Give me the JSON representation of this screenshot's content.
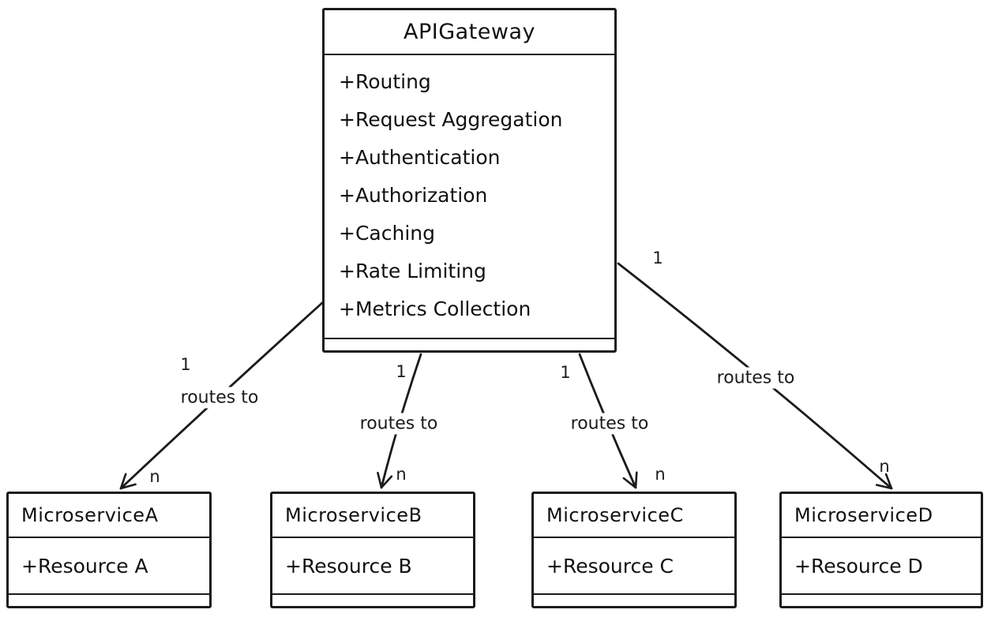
{
  "colors": {
    "stroke": "#1b1b1b",
    "background": "#ffffff",
    "text": "#111111"
  },
  "gateway": {
    "title": "APIGateway",
    "attributes": [
      "+Routing",
      "+Request Aggregation",
      "+Authentication",
      "+Authorization",
      "+Caching",
      "+Rate Limiting",
      "+Metrics Collection"
    ]
  },
  "services": [
    {
      "title": "MicroserviceA",
      "attributes": [
        "+Resource A"
      ]
    },
    {
      "title": "MicroserviceB",
      "attributes": [
        "+Resource B"
      ]
    },
    {
      "title": "MicroserviceC",
      "attributes": [
        "+Resource C"
      ]
    },
    {
      "title": "MicroserviceD",
      "attributes": [
        "+Resource D"
      ]
    }
  ],
  "edges": [
    {
      "from": "APIGateway",
      "to": "MicroserviceA",
      "label": "routes to",
      "source_cardinality": "1",
      "target_cardinality": "n"
    },
    {
      "from": "APIGateway",
      "to": "MicroserviceB",
      "label": "routes to",
      "source_cardinality": "1",
      "target_cardinality": "n"
    },
    {
      "from": "APIGateway",
      "to": "MicroserviceC",
      "label": "routes to",
      "source_cardinality": "1",
      "target_cardinality": "n"
    },
    {
      "from": "APIGateway",
      "to": "MicroserviceD",
      "label": "routes to",
      "source_cardinality": "1",
      "target_cardinality": "n"
    }
  ]
}
